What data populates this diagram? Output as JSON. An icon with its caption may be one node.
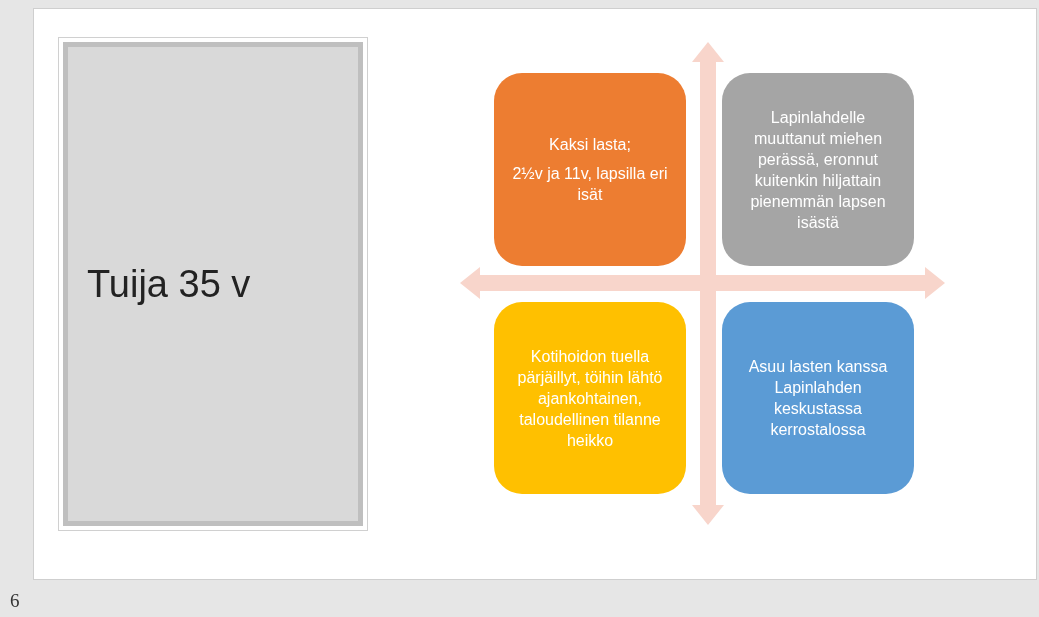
{
  "diagram": {
    "nodes": [
      {
        "text": [
          "Tuija 35 v"
        ]
      },
      {
        "text": [
          "Kaksi lasta;",
          "2½v ja 11v, lapsilla eri isät"
        ]
      },
      {
        "text": [
          "Lapinlahdelle muuttanut miehen perässä, eronnut kuitenkin hiljattain pienemmän lapsen isästä"
        ]
      },
      {
        "text": [
          "Kotihoidon tuella pärjäillyt, töihin lähtö ajankohtainen, taloudellinen tilanne heikko"
        ]
      },
      {
        "text": [
          "Asuu lasten kanssa Lapinlahden keskustassa kerrostalossa"
        ]
      }
    ],
    "labels": [
      "6"
    ]
  }
}
